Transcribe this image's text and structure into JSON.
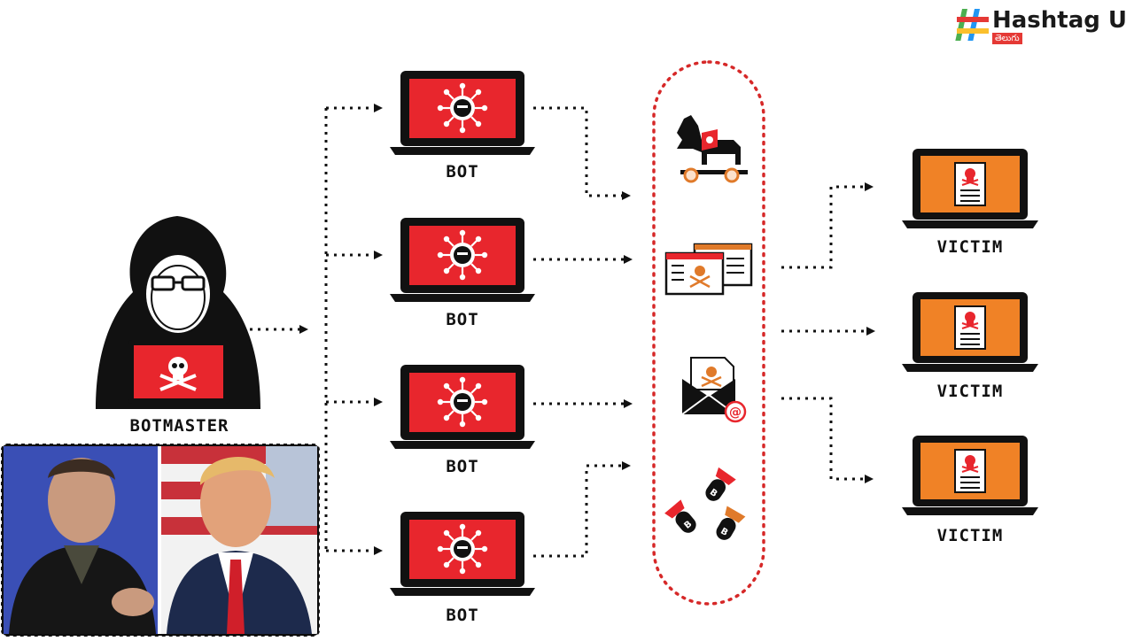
{
  "brand": {
    "name": "Hashtag U",
    "tagline": "తెలుగు"
  },
  "diagram": {
    "botmaster_label": "BOTMASTER",
    "bot_labels": [
      "BOT",
      "BOT",
      "BOT",
      "BOT"
    ],
    "victim_labels": [
      "VICTIM",
      "VICTIM",
      "VICTIM"
    ],
    "attack_icons": [
      "trojan-horse-icon",
      "malware-window-icon",
      "phishing-email-icon",
      "bomb-icon"
    ]
  },
  "colors": {
    "bot_screen": "#e8262d",
    "victim_screen": "#f08226",
    "ring": "#d62828",
    "ink": "#111111"
  }
}
